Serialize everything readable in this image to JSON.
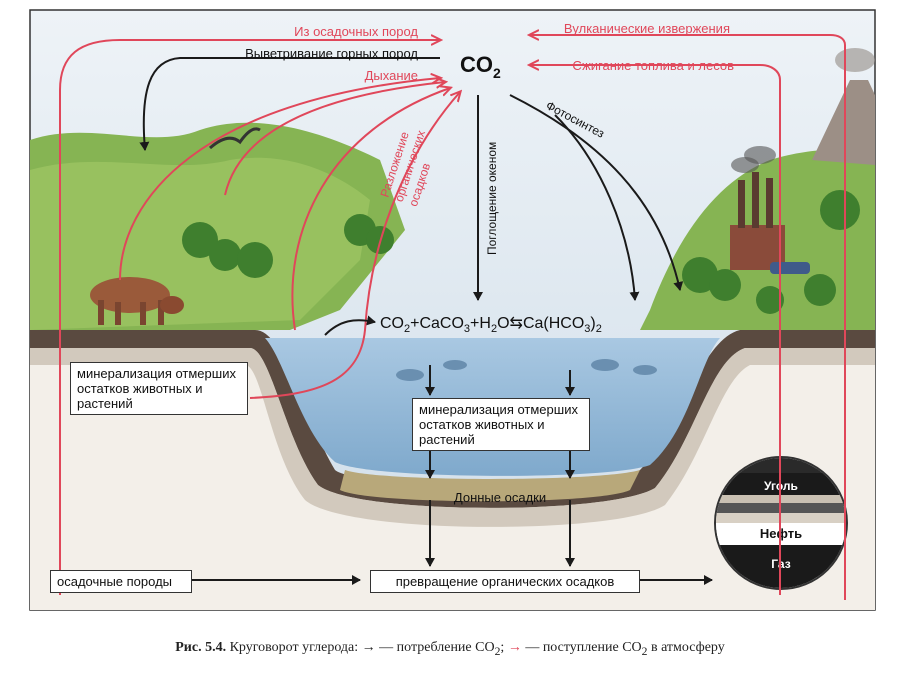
{
  "co2": {
    "main": "CO",
    "sub": "2"
  },
  "labels": {
    "from_sedimentary": "Из осадочных пород",
    "weathering": "Выветривание горных пород",
    "respiration": "Дыхание",
    "volcanic": "Вулканические извержения",
    "burning": "Сжигание топлива и лесов",
    "photosynthesis": "Фотосинтез",
    "ocean_absorption": "Поглощение океном",
    "decomposition_line1": "Разложение",
    "decomposition_line2": "органических",
    "decomposition_line3": "осадков"
  },
  "equation": {
    "p1": "CO",
    "s1": "2",
    "p2": "+CaCO",
    "s2": "3",
    "p3": "+H",
    "s3": "2",
    "p4": "O",
    "arrows": "⇆",
    "p5": "Ca(HCO",
    "s5": "3",
    "p6": ")",
    "s6": "2"
  },
  "boxes": {
    "mineral_land": "минерализация отмерших остатков животных и растений",
    "mineral_water": "минерализация отмерших остатков животных и растений",
    "sedimentary_rocks": "осадочные породы",
    "organic_transform": "превращение органических осадков"
  },
  "bottom": "Донные осадки",
  "fossils": {
    "coal": "Уголь",
    "oil": "Нефть",
    "gas": "Газ"
  },
  "caption": {
    "prefix": "Рис. 5.4.",
    "text1": " Круговорот углерода: ",
    "black_arrow": "→",
    "text2": " — потребление СО",
    "sub1": "2",
    "text3": "; ",
    "red_arrow": "→",
    "text4": " — поступление СО",
    "sub2": "2",
    "text5": " в атмосферу"
  },
  "colors": {
    "red_arrow": "#e0475a",
    "black_arrow": "#1a1a1a",
    "water": "#8fb8d8",
    "sky": "#dde8f1",
    "hill": "#7fb04c"
  }
}
